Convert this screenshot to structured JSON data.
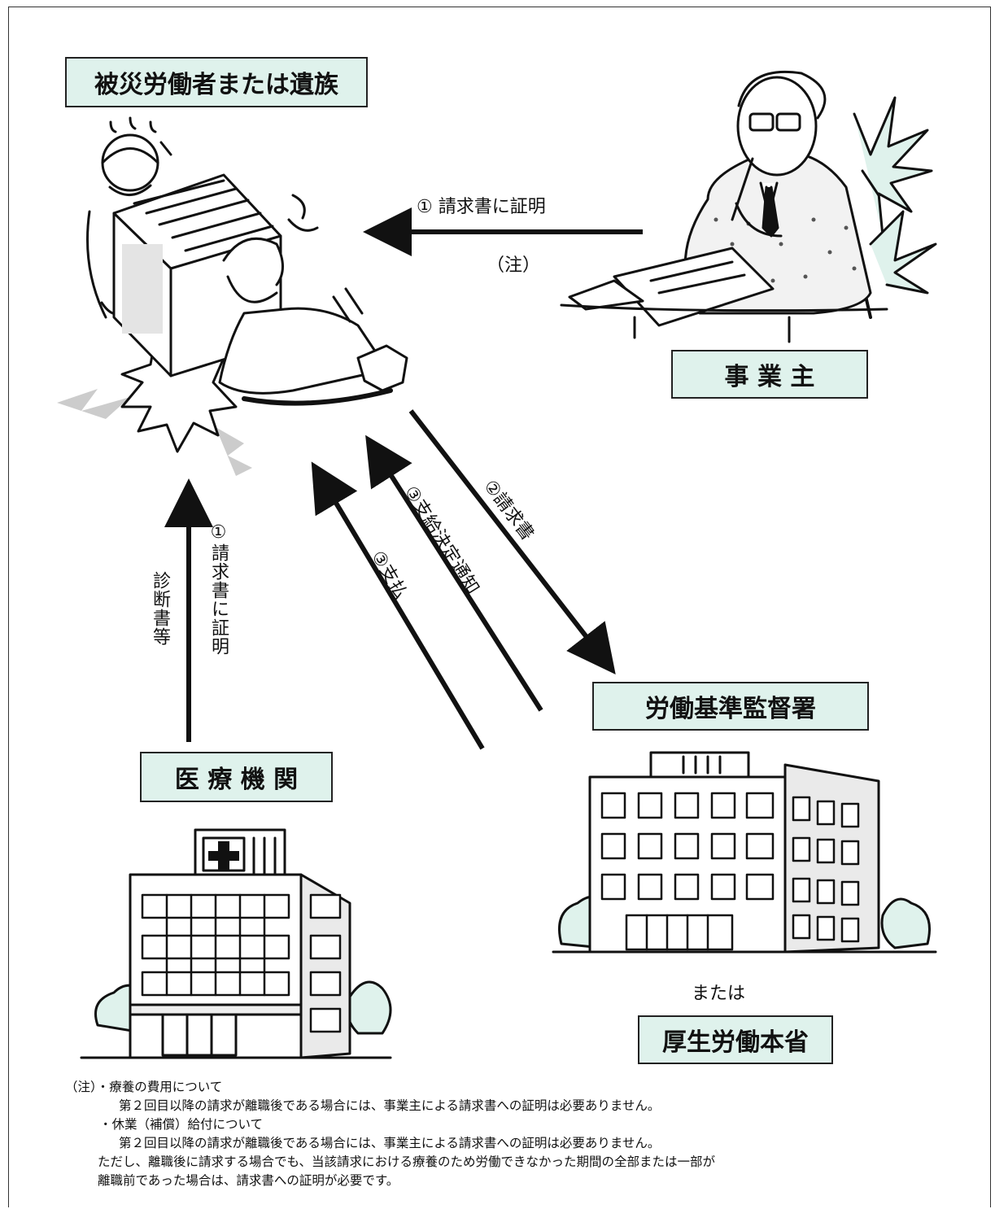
{
  "boxes": {
    "worker": "被災労働者または遺族",
    "employer": "事 業 主",
    "labor_office": "労働基準監督署",
    "hospital": "医 療 機 関",
    "ministry": "厚生労働本省"
  },
  "labels": {
    "employer_to_worker": "① 請求書に証明",
    "employer_note": "（注）",
    "hospital_cert": "①請求書に証明",
    "hospital_docs": "診断書等",
    "claim_to_office": "②請求書",
    "decision_notice": "③支給決定通知",
    "payment": "③支払",
    "or": "または"
  },
  "notes": {
    "head": "（注）・療養の費用について",
    "line1": "第２回目以降の請求が離職後である場合には、事業主による請求書への証明は必要ありません。",
    "line2": "・休業（補償）給付について",
    "line3": "第２回目以降の請求が離職後である場合には、事業主による請求書への証明は必要ありません。",
    "line4": "ただし、離職後に請求する場合でも、当該請求における療養のため労働できなかった期間の全部または一部が",
    "line5": "離職前であった場合は、請求書への証明が必要です。"
  }
}
